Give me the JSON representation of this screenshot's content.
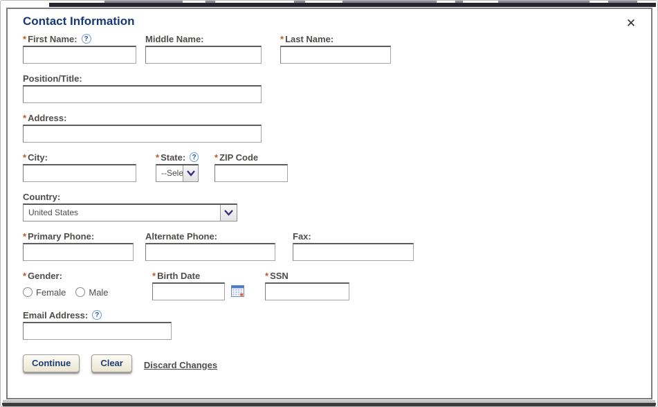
{
  "modal": {
    "title": "Contact Information",
    "close_glyph": "✕"
  },
  "required_marker": "*",
  "help_glyph": "?",
  "fields": {
    "first_name": {
      "label": "First Name:",
      "value": ""
    },
    "middle_name": {
      "label": "Middle Name:",
      "value": ""
    },
    "last_name": {
      "label": "Last Name:",
      "value": ""
    },
    "position_title": {
      "label": "Position/Title:",
      "value": ""
    },
    "address": {
      "label": "Address:",
      "value": ""
    },
    "city": {
      "label": "City:",
      "value": ""
    },
    "state": {
      "label": "State:",
      "selected": "--Sele"
    },
    "zip_code": {
      "label": "ZIP Code",
      "value": ""
    },
    "country": {
      "label": "Country:",
      "selected": "United States"
    },
    "primary_phone": {
      "label": "Primary Phone:",
      "value": ""
    },
    "alternate_phone": {
      "label": "Alternate Phone:",
      "value": ""
    },
    "fax": {
      "label": "Fax:",
      "value": ""
    },
    "gender": {
      "label": "Gender:",
      "options": [
        "Female",
        "Male"
      ]
    },
    "birth_date": {
      "label": "Birth Date",
      "value": ""
    },
    "ssn": {
      "label": "SSN",
      "value": ""
    },
    "email": {
      "label": "Email Address:",
      "value": ""
    }
  },
  "actions": {
    "continue_label": "Continue",
    "clear_label": "Clear",
    "discard_label": "Discard Changes"
  },
  "colors": {
    "title": "#16387a",
    "required": "#c3561f",
    "label": "#4f4c49",
    "chevron": "#3a2a86",
    "button_text": "#1b3c74"
  }
}
